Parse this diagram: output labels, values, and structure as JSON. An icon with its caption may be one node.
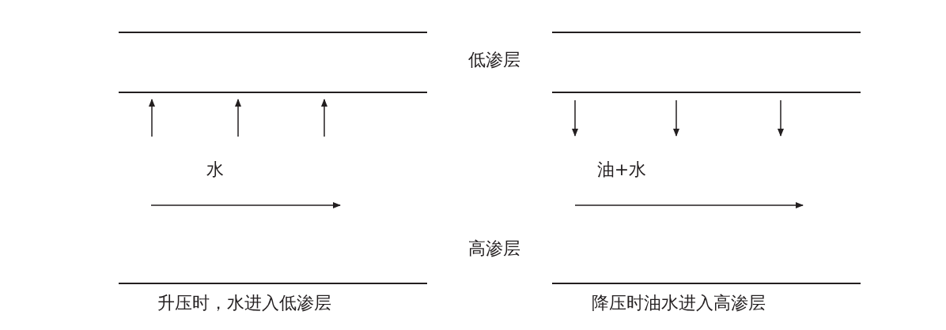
{
  "diagram": {
    "labels": [
      "低渗层",
      "水",
      "油+水",
      "高渗层",
      "升压时，水进入低渗层",
      "降压时油水进入高渗层"
    ]
  }
}
